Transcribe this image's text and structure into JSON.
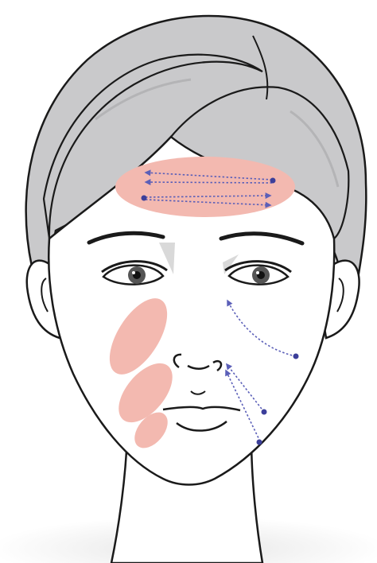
{
  "illustration": {
    "subject": "face-massage-diagram",
    "colors": {
      "outline": "#1a1a1a",
      "hair": "#c9c9cb",
      "hair_shade": "#b4b4b6",
      "skin": "#ffffff",
      "zone": "#f3b9b0",
      "arrow": "#5b5fb8",
      "point": "#3c3f9a",
      "eye_shadow": "#d9d9d9",
      "ground_shadow": "#e9e9e9"
    },
    "icons": {
      "forehead": "double-arrow-lines",
      "cheek": "curved-dotted-arrow",
      "nasolabial": "dotted-arrows-up"
    }
  }
}
